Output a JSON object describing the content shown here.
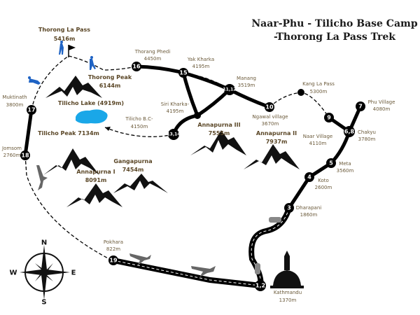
{
  "title": {
    "line1": "Naar-Phu - Tilicho Base Camp",
    "line2": "-Thorong La Pass Trek"
  },
  "stops": [
    {
      "num": "1,2",
      "name": "Kathmandu",
      "alt": "1370m"
    },
    {
      "num": "3",
      "name": "Dharapani",
      "alt": "1860m"
    },
    {
      "num": "4",
      "name": "Koto",
      "alt": "2600m"
    },
    {
      "num": "5",
      "name": "Meta",
      "alt": "3560m"
    },
    {
      "num": "6,8",
      "name": "Chakyu",
      "alt": "3780m"
    },
    {
      "num": "7",
      "name": "Phu Village",
      "alt": "4080m"
    },
    {
      "num": "9",
      "name": "Naar Village",
      "alt": "4110m"
    },
    {
      "num": "",
      "name": "Kang La Pass",
      "alt": "5300m"
    },
    {
      "num": "10",
      "name": "Ngawal village",
      "alt": "3670m"
    },
    {
      "num": "11,12",
      "name": "Manang",
      "alt": "3519m"
    },
    {
      "num": "",
      "name": "Siri Kharka-",
      "alt": "4195m"
    },
    {
      "num": "13,14",
      "name": "Tilicho B.C-",
      "alt": "4150m"
    },
    {
      "num": "15",
      "name": "Yak Kharka",
      "alt": "4195m"
    },
    {
      "num": "16",
      "name": "Thorang Phedi",
      "alt": "4450m"
    },
    {
      "num": "",
      "name": "Thorong La Pass",
      "alt": "5416m"
    },
    {
      "num": "17",
      "name": "Muktinath",
      "alt": "3800m"
    },
    {
      "num": "18",
      "name": "Jomsom",
      "alt": "2760m"
    },
    {
      "num": "19",
      "name": "Pokhara",
      "alt": "822m"
    }
  ],
  "peaks": [
    {
      "name": "Thorong Peak",
      "alt": "6144m"
    },
    {
      "name": "Tilicho Lake (4919m)"
    },
    {
      "name": "Tilicho Peak 7134m"
    },
    {
      "name": "Annapurna III",
      "alt": "7555m"
    },
    {
      "name": "Annapurna II",
      "alt": "7937m"
    },
    {
      "name": "Gangapurna",
      "alt": "7454m"
    },
    {
      "name": "Annapurna I",
      "alt": "8091m"
    }
  ],
  "compass": {
    "n": "N",
    "s": "S",
    "e": "E",
    "w": "W"
  },
  "colors": {
    "lake": "#1aa7e8",
    "hiker": "#1f63c4",
    "label": "#6b5a3a",
    "plane": "#666666"
  }
}
